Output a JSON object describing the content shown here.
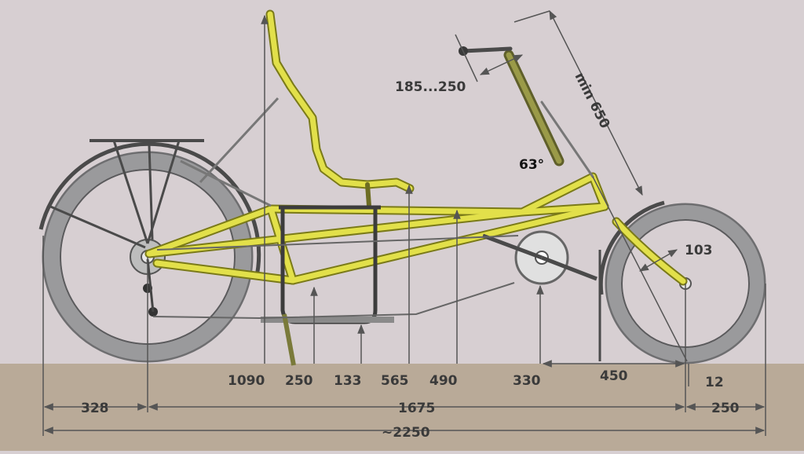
{
  "colors": {
    "background": "#d7cfd2",
    "ground": "#b9aa98",
    "frame": "#e2e04a",
    "frame_edge": "#7a7a18",
    "tire": "#8c8c8e",
    "rack": "#4a4a4a",
    "dimension": "#555555"
  },
  "dimensions": {
    "seat_height_top": "1090",
    "seat_height_low": "250",
    "under_frame": "133",
    "seat_front": "565",
    "main_tube": "490",
    "bottom_bracket": "330",
    "bb_to_front_axle": "450",
    "fork_offset": "12",
    "rear_overhang": "328",
    "wheelbase": "1675",
    "front_overhang": "250",
    "total_length": "~2250",
    "boom_adjust": "185...250",
    "x_seam": "min 650",
    "steer_angle": "63°",
    "trail": "103"
  }
}
